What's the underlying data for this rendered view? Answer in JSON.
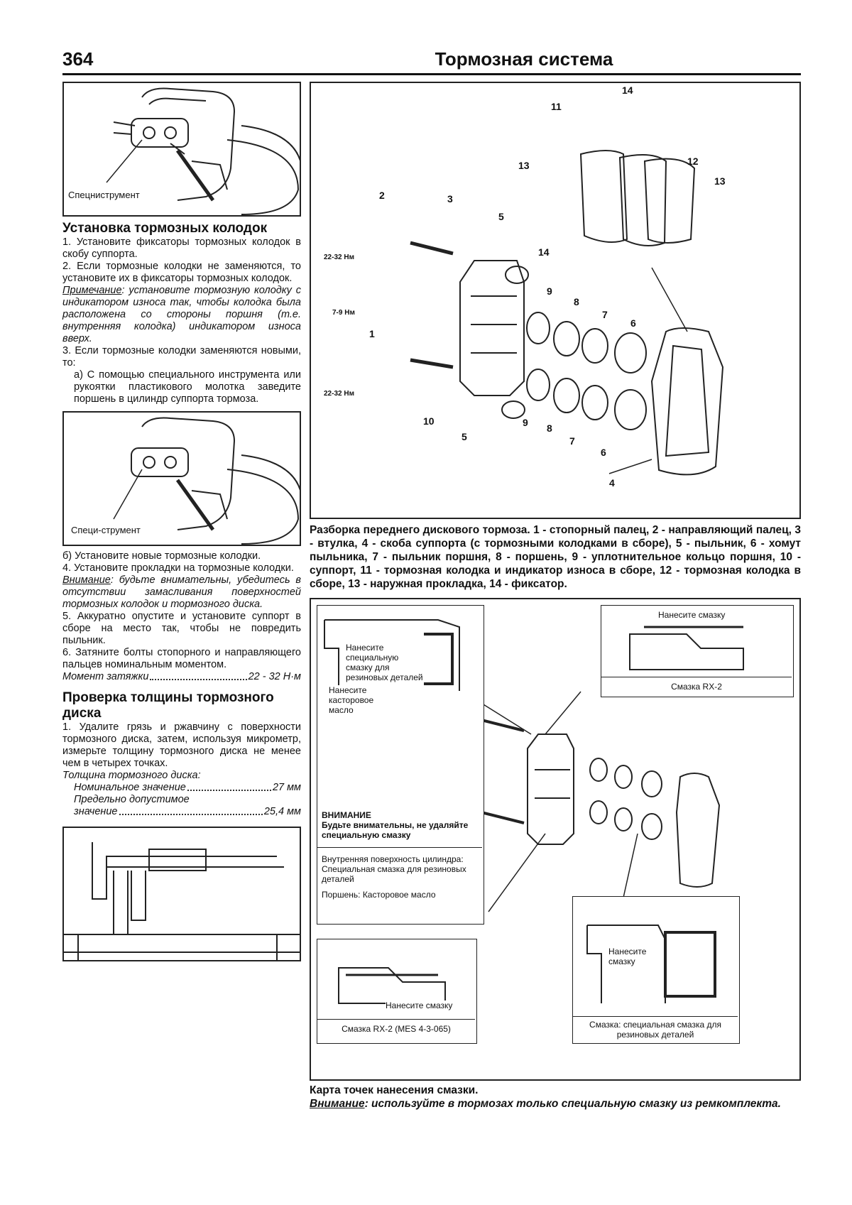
{
  "header": {
    "page_number": "364",
    "chapter": "Тормозная система"
  },
  "fig1": {
    "label": "Спецниструмент"
  },
  "section1": {
    "title": "Установка тормозных колодок",
    "step1": "1. Установите фиксаторы тормозных колодок в скобу суппорта.",
    "step2": "2. Если тормозные колодки не заменяются, то установите их в фиксаторы тормозных колодок.",
    "note_label": "Примечание",
    "note_text": ": установите тормозную колодку с индикатором износа так, чтобы колодка была расположена со стороны поршня (т.е. внутренняя колодка) индикатором износа вверх.",
    "step3": "3. Если тормозные колодки заменяются новыми, то:",
    "step3a": "а) С помощью специального инструмента или рукоятки пластикового молотка заведите поршень в цилиндр суппорта тормоза."
  },
  "fig2": {
    "label": "Специ-струмент"
  },
  "section1b": {
    "step3b": "б) Установите новые тормозные колодки.",
    "step4": "4. Установите прокладки на тормозные колодки.",
    "warn_label": "Внимание",
    "warn_text": ": будьте внимательны, убедитесь в отсутствии замасливания поверхностей тормозных колодок и тормозного диска.",
    "step5": "5. Аккуратно опустите и установите суппорт в сборе на место так, чтобы не повредить пыльник.",
    "step6": "6. Затяните болты стопорного и направляющего пальцев номинальным моментом.",
    "torque_label": "Момент затяжки",
    "torque_value": "22 - 32 Н·м"
  },
  "section2": {
    "title": "Проверка толщины тормозного диска",
    "step1": "1. Удалите грязь и ржавчину с поверхности тормозного диска, затем, используя микрометр, измерьте толщину тормозного диска не менее чем в четырех точках.",
    "spec_title": "Толщина тормозного диска:",
    "nominal_label": "Номинальное значение",
    "nominal_value": "27 мм",
    "limit_label1": "Предельно допустимое",
    "limit_label2": "значение",
    "limit_value": "25,4 мм"
  },
  "diagram1": {
    "numbers": [
      "14",
      "11",
      "12",
      "13",
      "13",
      "2",
      "3",
      "5",
      "14",
      "9",
      "8",
      "7",
      "6",
      "1",
      "10",
      "5",
      "9",
      "8",
      "7",
      "6",
      "4"
    ],
    "torques": [
      "22-32 Нм",
      "7-9 Нм",
      "22-32 Нм"
    ],
    "caption": "Разборка переднего дискового тормоза. 1 - стопорный палец, 2 - направляющий палец, 3 - втулка, 4 - скоба суппорта (с тормозными колодками в сборе), 5 - пыльник, 6 - хомут пыльника, 7 - пыльник поршня, 8 - поршень, 9 - уплотнительное кольцо поршня, 10 - суппорт, 11 - тормозная колодка и индикатор износа в сборе, 12 - тормозная колодка в сборе, 13 - наружная прокладка, 14 - фиксатор."
  },
  "diagram2": {
    "apply_special": "Нанесите специальную смазку для резиновых деталей",
    "castor_oil": "Нанесите касторовое масло",
    "warning_title": "ВНИМАНИЕ",
    "warning_text": "Будьте внимательны, не удаляйте специальную смазку",
    "legend1": "Внутренняя поверхность цилиндра: Специальная смазка для резиновых деталей",
    "legend2": "Поршень: Касторовое масло",
    "apply_grease_tr": "Нанесите смазку",
    "rx2_tr": "Смазка RX-2",
    "apply_grease_bl": "Нанесите смазку",
    "rx2_bl": "Смазка RX-2 (MES 4-3-065)",
    "apply_grease_br": "Нанесите смазку",
    "special_br": "Смазка: специальная смазка для резиновых деталей",
    "caption_title": "Карта точек нанесения смазки.",
    "caption_warn_label": "Внимание",
    "caption_warn_text": ": используйте в тормозах только специальную смазку из ремкомплекта."
  }
}
